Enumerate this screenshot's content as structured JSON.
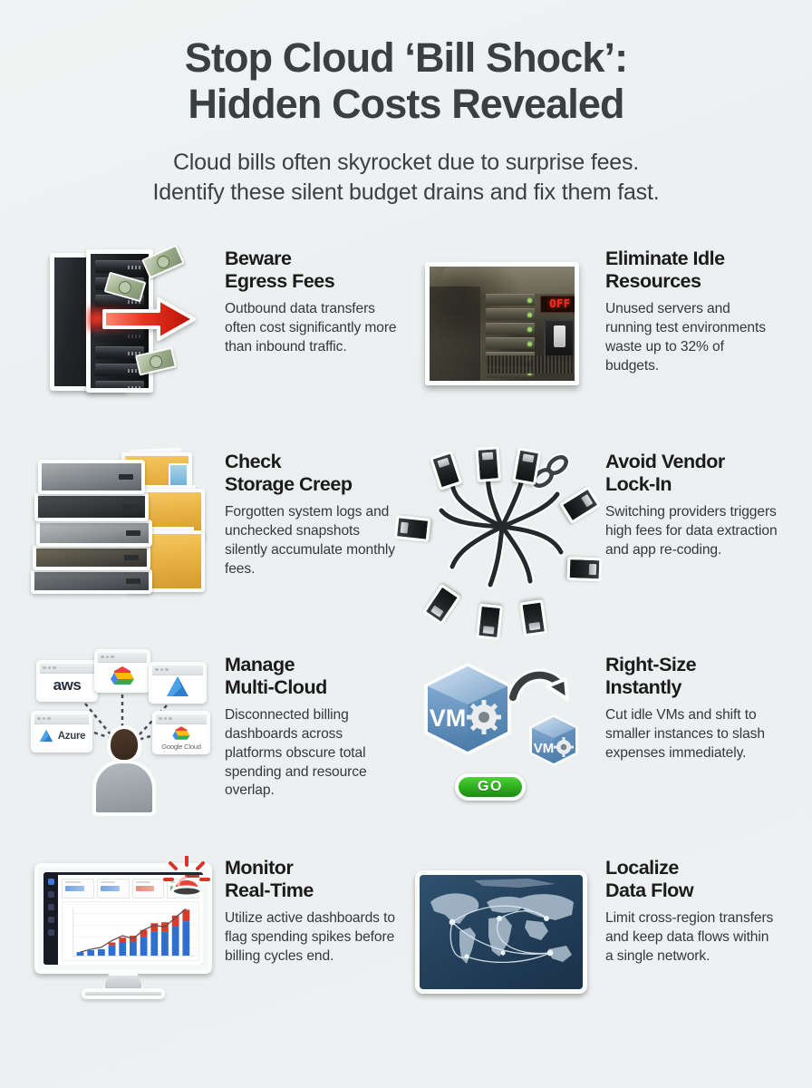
{
  "header": {
    "title_line1": "Stop Cloud ‘Bill Shock’:",
    "title_line2": "Hidden Costs Revealed",
    "subtitle_line1": "Cloud bills often skyrocket due to surprise fees.",
    "subtitle_line2": "Identify these silent budget drains and fix them fast."
  },
  "theme": {
    "background": "#eef1f1",
    "title_color": "#3a3f3f",
    "heading_color": "#1b1b1b",
    "body_color": "#343838",
    "accent_red": "#e02b1c",
    "accent_green": "#2fb01f",
    "accent_blue": "#3d78d8"
  },
  "items": [
    {
      "id": "egress-fees",
      "icon": "server-rack-money-arrow-icon",
      "title_line1": "Beware",
      "title_line2": "Egress Fees",
      "body": "Outbound data transfers often cost significantly more than inbound traffic."
    },
    {
      "id": "idle-resources",
      "icon": "rusty-server-off-switch-icon",
      "title_line1": "Eliminate Idle",
      "title_line2": "Resources",
      "body": "Unused servers and running test environments waste up to 32% of budgets.",
      "art_labels": {
        "led_display": "OFF"
      }
    },
    {
      "id": "storage-creep",
      "icon": "stacked-drives-folders-icon",
      "title_line1": "Check",
      "title_line2": "Storage Creep",
      "body": "Forgotten system logs and unchecked snapshots silently accumulate monthly fees."
    },
    {
      "id": "vendor-lock-in",
      "icon": "tangled-cables-chain-icon",
      "title_line1": "Avoid Vendor",
      "title_line2": "Lock-In",
      "body": "Switching providers triggers high fees for data extraction and app re-coding."
    },
    {
      "id": "multi-cloud",
      "icon": "person-multiple-cloud-dashboards-icon",
      "title_line1": "Manage",
      "title_line2": "Multi-Cloud",
      "body": "Disconnected billing dashboards across platforms obscure total spending and resource overlap.",
      "art_labels": {
        "window1": "aws",
        "window2": "",
        "window3": "",
        "window4": "Azure",
        "window5": "Google Cloud"
      }
    },
    {
      "id": "right-size",
      "icon": "vm-cube-downsize-arrow-icon",
      "title_line1": "Right-Size",
      "title_line2": "Instantly",
      "body": "Cut idle VMs and shift to smaller instances to slash expenses immediately.",
      "art_labels": {
        "cube_large": "VM",
        "cube_small": "VM",
        "button": "GO"
      }
    },
    {
      "id": "monitor-real-time",
      "icon": "monitor-dashboard-alarm-icon",
      "title_line1": "Monitor",
      "title_line2": "Real-Time",
      "body": "Utilize active dashboards to flag spending spikes before billing cycles end."
    },
    {
      "id": "localize-data-flow",
      "icon": "world-map-network-icon",
      "title_line1": "Localize",
      "title_line2": "Data Flow",
      "body": "Limit cross-region transfers and keep data flows within a single network."
    }
  ]
}
